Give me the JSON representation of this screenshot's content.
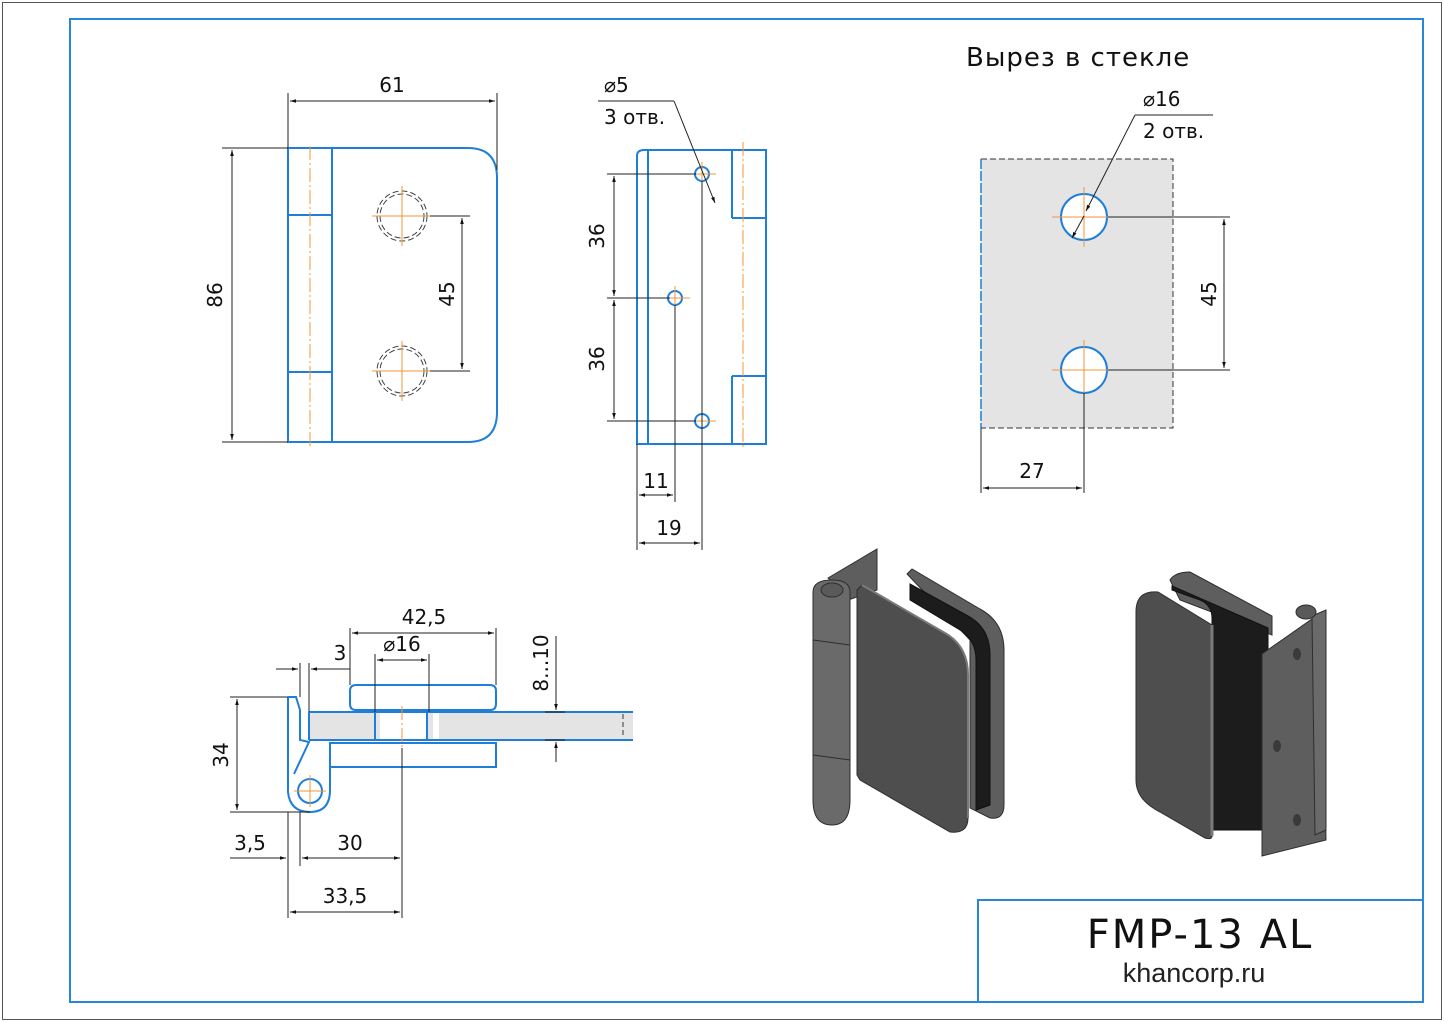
{
  "drawing": {
    "title_block": {
      "model": "FMP-13 AL",
      "website": "khancorp.ru"
    },
    "colors": {
      "outline": "#1f7fd8",
      "axis": "#f0963a",
      "dimension": "#222222",
      "glass_fill": "#e4e4e4",
      "render_metal": "#5e5e5e"
    },
    "front_view": {
      "dims": {
        "width": "61",
        "height": "86",
        "hole_spacing": "45"
      }
    },
    "side_view": {
      "hole_note": {
        "diameter": "⌀5",
        "count": "3 отв."
      },
      "dims": {
        "spacing_top": "36",
        "spacing_bottom": "36",
        "offset_near": "11",
        "offset_far": "19"
      }
    },
    "glass_cutout": {
      "title": "Вырез в стекле",
      "hole_note": {
        "diameter": "⌀16",
        "count": "2 отв."
      },
      "dims": {
        "hole_spacing": "45",
        "edge_offset": "27"
      }
    },
    "top_view": {
      "dims": {
        "clamp_length": "42,5",
        "gap": "3",
        "hole_diameter": "⌀16",
        "glass_thickness": "8...10",
        "height": "34",
        "knuckle_offset": "3,5",
        "hole_center": "30",
        "total_offset": "33,5"
      }
    },
    "renders": [
      {
        "name": "render-hinge-front",
        "label": "isometric-front"
      },
      {
        "name": "render-hinge-back",
        "label": "isometric-back"
      }
    ]
  }
}
